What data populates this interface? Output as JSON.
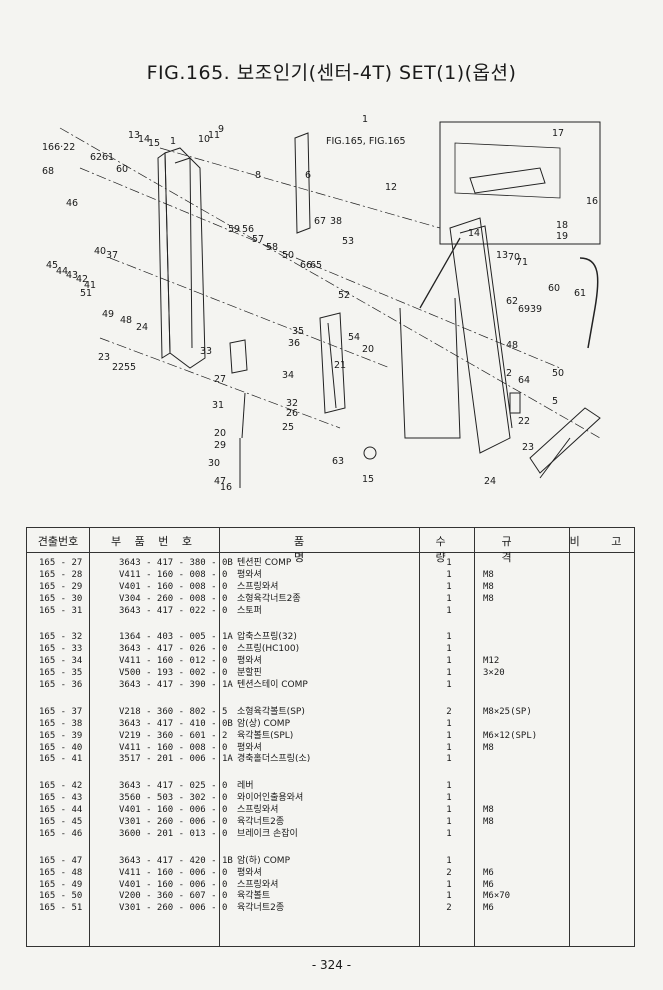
{
  "page": {
    "title": "FIG.165. 보조인기(센터-4T) SET(1)(옵션)",
    "page_number": "- 324 -"
  },
  "diagram": {
    "callouts": [
      "166·22",
      "68",
      "62",
      "61",
      "60",
      "13",
      "14",
      "15",
      "1",
      "10",
      "11",
      "9",
      "8",
      "6",
      "1",
      "FIG.165, FIG.165",
      "12",
      "17",
      "16",
      "18",
      "19",
      "46",
      "45",
      "44",
      "43",
      "42",
      "41",
      "40",
      "37",
      "51",
      "49",
      "48",
      "24",
      "23",
      "22",
      "55",
      "59",
      "56",
      "57",
      "58",
      "50",
      "66",
      "65",
      "67",
      "38",
      "53",
      "52",
      "54",
      "36",
      "35",
      "33",
      "27",
      "34",
      "31",
      "32",
      "26",
      "25",
      "20",
      "29",
      "30",
      "47",
      "16",
      "21",
      "20",
      "63",
      "15",
      "14",
      "13",
      "70",
      "71",
      "60",
      "61",
      "62",
      "69",
      "39",
      "48",
      "50",
      "2",
      "64",
      "5",
      "22",
      "23",
      "24"
    ]
  },
  "table": {
    "headers": [
      "견출번호",
      "부 품 번 호",
      "품 명",
      "수 량",
      "규 격",
      "비 고"
    ],
    "groups": [
      [
        {
          "id": "165 - 27",
          "part": "3643 - 417 - 380 - 0B",
          "name": "텐션핀 COMP",
          "qty": "1",
          "spec": ""
        },
        {
          "id": "165 - 28",
          "part": "V411 - 160 - 008 - 0",
          "name": "평와셔",
          "qty": "1",
          "spec": "M8"
        },
        {
          "id": "165 - 29",
          "part": "V401 - 160 - 008 - 0",
          "name": "스프링와셔",
          "qty": "1",
          "spec": "M8"
        },
        {
          "id": "165 - 30",
          "part": "V304 - 260 - 008 - 0",
          "name": "소형육각너트2종",
          "qty": "1",
          "spec": "M8"
        },
        {
          "id": "165 - 31",
          "part": "3643 - 417 - 022 - 0",
          "name": "스토퍼",
          "qty": "1",
          "spec": ""
        }
      ],
      [
        {
          "id": "165 - 32",
          "part": "1364 - 403 - 005 - 1A",
          "name": "압축스프링(32)",
          "qty": "1",
          "spec": ""
        },
        {
          "id": "165 - 33",
          "part": "3643 - 417 - 026 - 0",
          "name": "스프링(HC100)",
          "qty": "1",
          "spec": ""
        },
        {
          "id": "165 - 34",
          "part": "V411 - 160 - 012 - 0",
          "name": "평와셔",
          "qty": "1",
          "spec": "M12"
        },
        {
          "id": "165 - 35",
          "part": "V500 - 193 - 002 - 0",
          "name": "분할핀",
          "qty": "1",
          "spec": "3×20"
        },
        {
          "id": "165 - 36",
          "part": "3643 - 417 - 390 - 1A",
          "name": "텐션스테이 COMP",
          "qty": "1",
          "spec": ""
        }
      ],
      [
        {
          "id": "165 - 37",
          "part": "V218 - 360 - 802 - 5",
          "name": "소형육각볼트(SP)",
          "qty": "2",
          "spec": "M8×25(SP)"
        },
        {
          "id": "165 - 38",
          "part": "3643 - 417 - 410 - 0B",
          "name": "암(상) COMP",
          "qty": "1",
          "spec": ""
        },
        {
          "id": "165 - 39",
          "part": "V219 - 360 - 601 - 2",
          "name": "육각볼트(SPL)",
          "qty": "1",
          "spec": "M6×12(SPL)"
        },
        {
          "id": "165 - 40",
          "part": "V411 - 160 - 008 - 0",
          "name": "평와셔",
          "qty": "1",
          "spec": "M8"
        },
        {
          "id": "165 - 41",
          "part": "3517 - 201 - 006 - 1A",
          "name": "경축홀더스프링(소)",
          "qty": "1",
          "spec": ""
        }
      ],
      [
        {
          "id": "165 - 42",
          "part": "3643 - 417 - 025 - 0",
          "name": "레버",
          "qty": "1",
          "spec": ""
        },
        {
          "id": "165 - 43",
          "part": "3560 - 503 - 302 - 0",
          "name": "와이어인출용와셔",
          "qty": "1",
          "spec": ""
        },
        {
          "id": "165 - 44",
          "part": "V401 - 160 - 006 - 0",
          "name": "스프링와셔",
          "qty": "1",
          "spec": "M8"
        },
        {
          "id": "165 - 45",
          "part": "V301 - 260 - 006 - 0",
          "name": "육각너트2종",
          "qty": "1",
          "spec": "M8"
        },
        {
          "id": "165 - 46",
          "part": "3600 - 201 - 013 - 0",
          "name": "브레이크 손잡이",
          "qty": "1",
          "spec": ""
        }
      ],
      [
        {
          "id": "165 - 47",
          "part": "3643 - 417 - 420 - 1B",
          "name": "암(하) COMP",
          "qty": "1",
          "spec": ""
        },
        {
          "id": "165 - 48",
          "part": "V411 - 160 - 006 - 0",
          "name": "평와셔",
          "qty": "2",
          "spec": "M6"
        },
        {
          "id": "165 - 49",
          "part": "V401 - 160 - 006 - 0",
          "name": "스프링와셔",
          "qty": "1",
          "spec": "M6"
        },
        {
          "id": "165 - 50",
          "part": "V200 - 360 - 607 - 0",
          "name": "육각볼트",
          "qty": "1",
          "spec": "M6×70"
        },
        {
          "id": "165 - 51",
          "part": "V301 - 260 - 006 - 0",
          "name": "육각너트2종",
          "qty": "2",
          "spec": "M6"
        }
      ]
    ]
  }
}
